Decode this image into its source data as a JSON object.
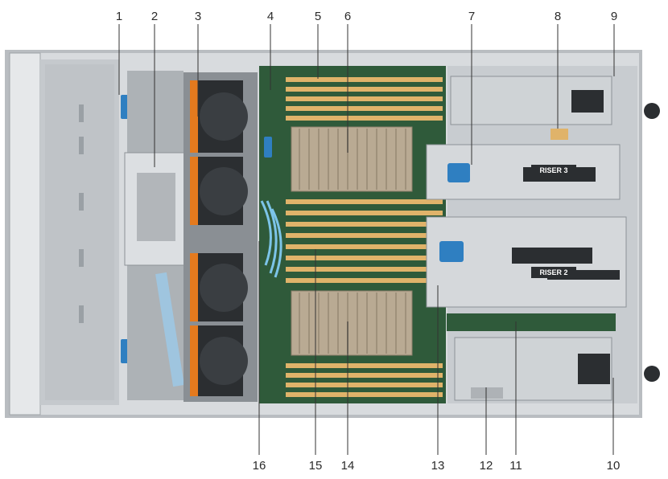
{
  "figure": {
    "riser_labels": [
      "RISER 3",
      "RISER 2"
    ],
    "callouts": [
      "1",
      "2",
      "3",
      "4",
      "5",
      "6",
      "7",
      "8",
      "9",
      "10",
      "11",
      "12",
      "13",
      "14",
      "15",
      "16"
    ]
  },
  "colors": {
    "chassis": "#c9cdd1",
    "board": "#2f5a3a",
    "heatsink": "#b9aa93",
    "dimm_slot": "#e0b36a",
    "fan_shroud": "#e47a1e",
    "fan": "#2b2e31",
    "latch_blue": "#2f7fc1",
    "cable_blue": "#7cc4e8",
    "riser_bracket": "#d5d8db",
    "psu": "#cfd3d6"
  }
}
